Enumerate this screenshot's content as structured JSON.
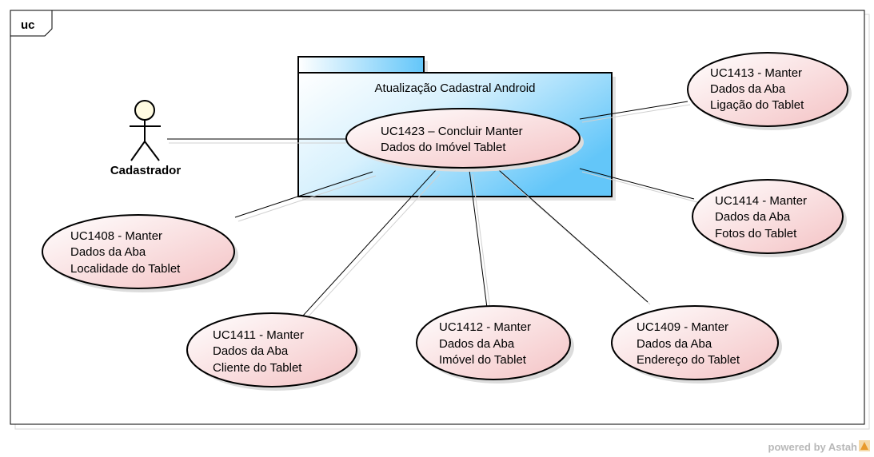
{
  "frame": {
    "label": "uc"
  },
  "package": {
    "title": "Atualização Cadastral Android"
  },
  "actor": {
    "name": "Cadastrador"
  },
  "use_cases": {
    "main": [
      "UC1423 – Concluir Manter",
      "Dados do Imóvel Tablet"
    ],
    "uc1413": [
      "UC1413 - Manter",
      "Dados da Aba",
      "Ligação do Tablet"
    ],
    "uc1414": [
      "UC1414 - Manter",
      "Dados da Aba",
      "Fotos do Tablet"
    ],
    "uc1408": [
      "UC1408 - Manter",
      "Dados da Aba",
      "Localidade do Tablet"
    ],
    "uc1411": [
      "UC1411 - Manter",
      "Dados da Aba",
      "Cliente do Tablet"
    ],
    "uc1412": [
      "UC1412 - Manter",
      "Dados da Aba",
      "Imóvel do Tablet"
    ],
    "uc1409": [
      "UC1409 - Manter",
      "Dados da Aba",
      "Endereço do Tablet"
    ]
  },
  "footer": {
    "text": "powered by Astah"
  },
  "colors": {
    "usecase_fill_light": "#ffffff",
    "usecase_fill_dark": "#f7c9c9",
    "package_fill_light": "#ffffff",
    "package_fill_dark": "#6ccafa",
    "actor_head": "#fffbe1",
    "border": "#000000"
  }
}
